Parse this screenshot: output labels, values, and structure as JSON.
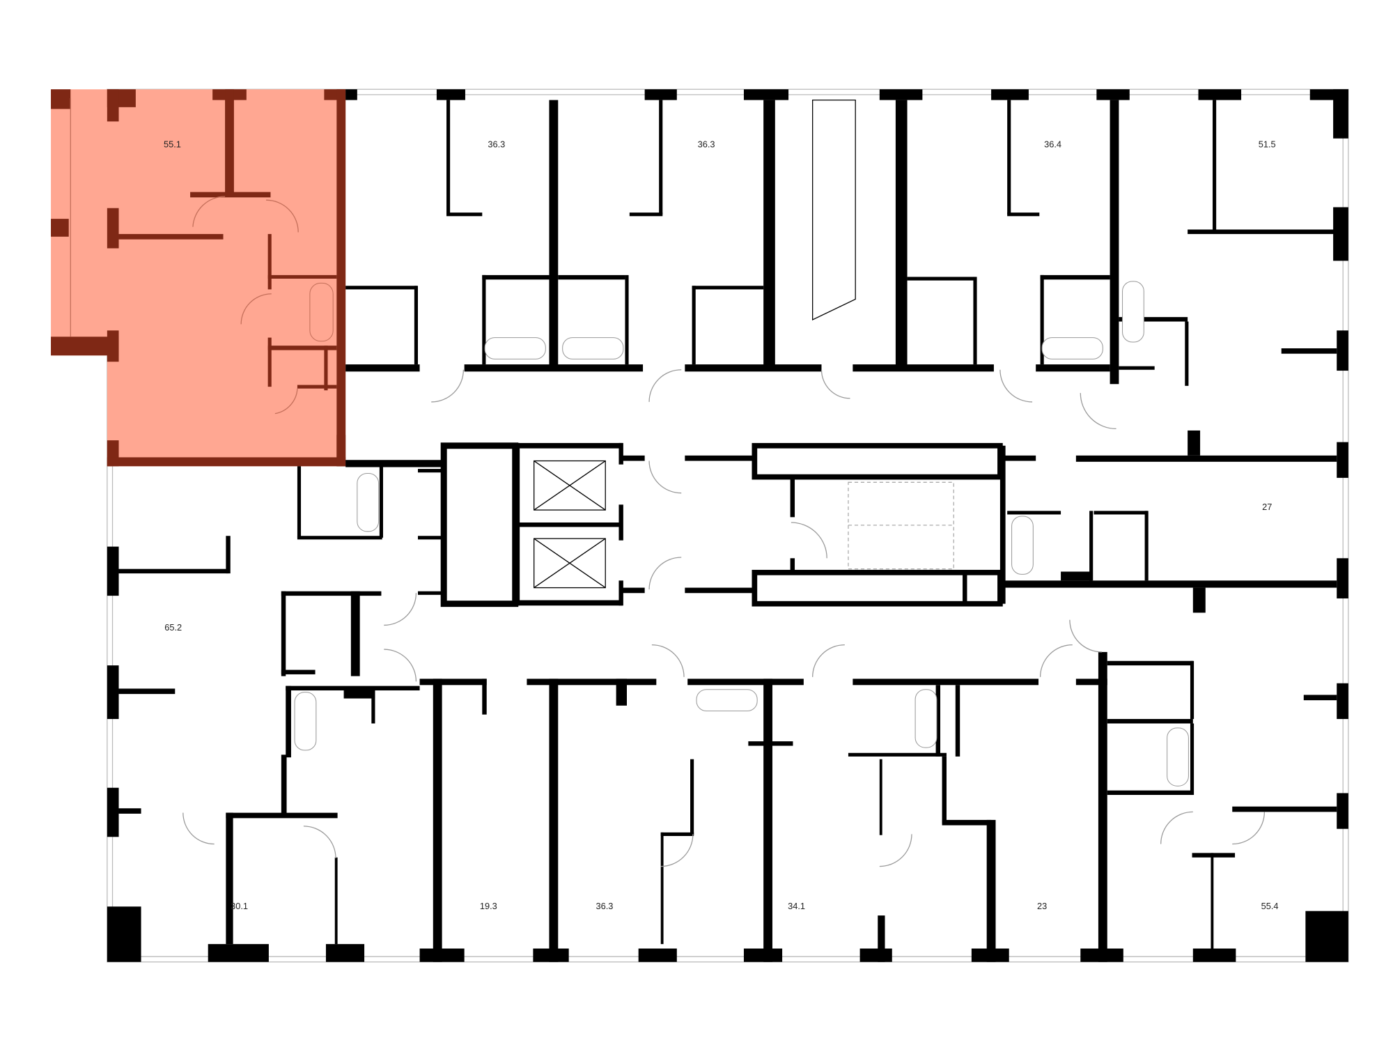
{
  "plan": {
    "highlight_color": "#ffa792",
    "highlight_wall_color": "#7f2815",
    "selected_unit": {
      "area": "55.1"
    },
    "units": [
      {
        "area": "36.3"
      },
      {
        "area": "36.3"
      },
      {
        "area": "36.4"
      },
      {
        "area": "51.5"
      },
      {
        "area": "27"
      },
      {
        "area": "65.2"
      },
      {
        "area": "30.1"
      },
      {
        "area": "19.3"
      },
      {
        "area": "36.3"
      },
      {
        "area": "34.1"
      },
      {
        "area": "23"
      },
      {
        "area": "55.4"
      }
    ]
  }
}
